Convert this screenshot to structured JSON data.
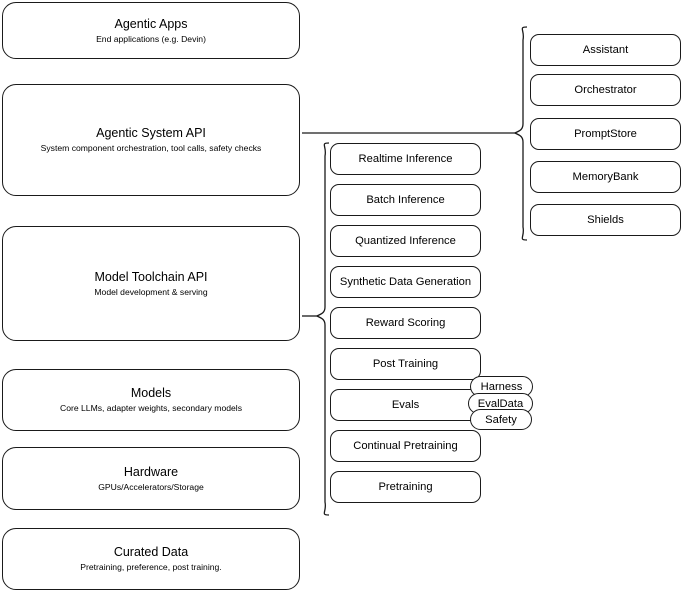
{
  "diagram": {
    "title": "Agentic stack layered architecture",
    "colors": {
      "stroke": "#1a1a1a",
      "fill": "#ffffff",
      "background": "#ffffff"
    },
    "layers": [
      {
        "id": "agentic-apps",
        "title": "Agentic Apps",
        "subtitle": "End applications (e.g. Devin)"
      },
      {
        "id": "agentic-system-api",
        "title": "Agentic System API",
        "subtitle": "System component orchestration, tool calls, safety checks"
      },
      {
        "id": "model-toolchain-api",
        "title": "Model Toolchain API",
        "subtitle": "Model development & serving"
      },
      {
        "id": "models",
        "title": "Models",
        "subtitle": "Core LLMs, adapter weights, secondary models"
      },
      {
        "id": "hardware",
        "title": "Hardware",
        "subtitle": "GPUs/Accelerators/Storage"
      },
      {
        "id": "curated-data",
        "title": "Curated Data",
        "subtitle": "Pretraining, preference, post training."
      }
    ],
    "toolchain_capabilities": [
      "Realtime Inference",
      "Batch Inference",
      "Quantized Inference",
      "Synthetic Data Generation",
      "Reward Scoring",
      "Post Training",
      "Evals",
      "Continual Pretraining",
      "Pretraining"
    ],
    "system_components": [
      "Assistant",
      "Orchestrator",
      "PromptStore",
      "MemoryBank",
      "Shields"
    ],
    "evals_badges": [
      "Harness",
      "EvalData",
      "Safety"
    ]
  }
}
